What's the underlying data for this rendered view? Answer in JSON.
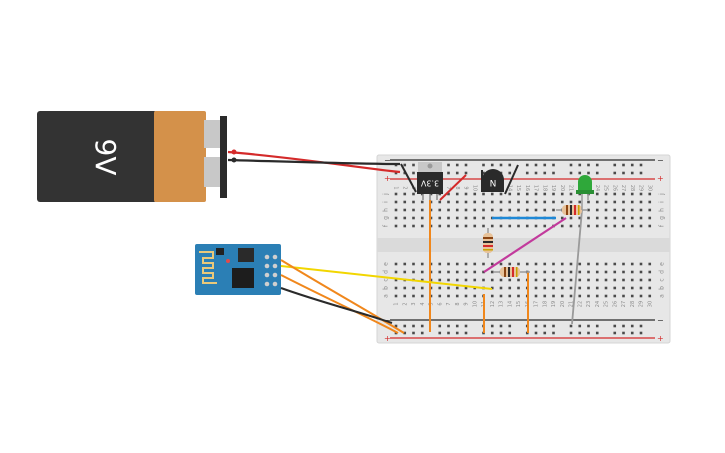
{
  "circuit": {
    "battery": {
      "label": "9V",
      "body_color": "#333333",
      "cap_color": "#d4914a"
    },
    "regulator": {
      "label": "3.3V"
    },
    "transistor": {
      "label": "N"
    },
    "breadboard": {
      "column_numbers": [
        "1",
        "2",
        "3",
        "4",
        "5",
        "6",
        "7",
        "8",
        "9",
        "10",
        "11",
        "12",
        "13",
        "14",
        "15",
        "16",
        "17",
        "18",
        "19",
        "20",
        "21",
        "22",
        "23",
        "24",
        "25",
        "26",
        "27",
        "28",
        "29",
        "30"
      ],
      "row_letters_top": [
        "j",
        "i",
        "h",
        "g",
        "f"
      ],
      "row_letters_bottom": [
        "e",
        "d",
        "c",
        "b",
        "a"
      ],
      "rail_plus": "+",
      "rail_minus": "−"
    },
    "wire_colors": {
      "red": "#d42a2a",
      "black": "#2a2a2a",
      "yellow": "#f2d600",
      "orange": "#f0871c",
      "blue": "#1e88d6",
      "magenta": "#c23a9c",
      "gray": "#9a9a9a"
    }
  }
}
